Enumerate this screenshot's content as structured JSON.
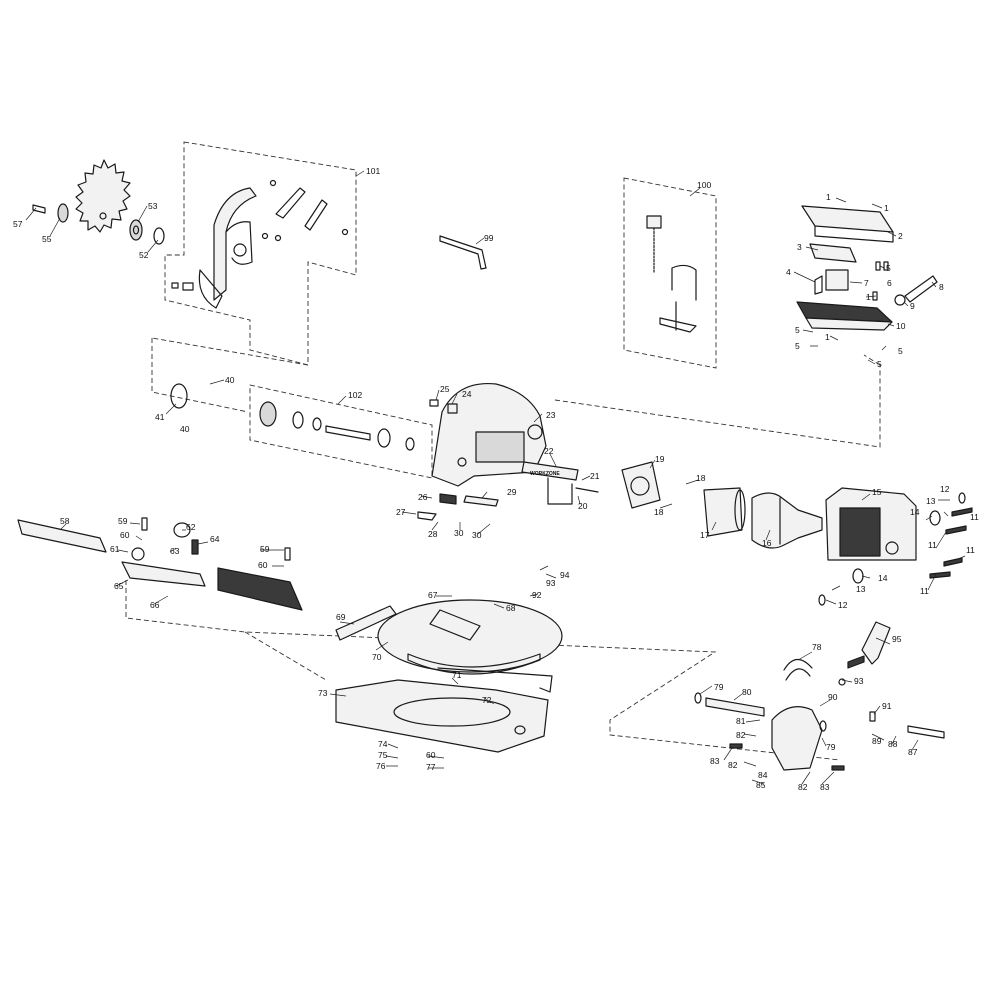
{
  "brand_mark": "WORKZONE",
  "callouts": {
    "c1a": "1",
    "c1b": "1",
    "c1c": "1",
    "c1d": "1",
    "c2": "2",
    "c3": "3",
    "c4": "4",
    "c5a": "5",
    "c5b": "5",
    "c5c": "5",
    "c5d": "5",
    "c5e": "5",
    "c6": "6",
    "c7": "7",
    "c8": "8",
    "c9": "9",
    "c10": "10",
    "c11a": "11",
    "c11b": "11",
    "c11c": "11",
    "c11d": "11",
    "c12a": "12",
    "c12b": "12",
    "c13a": "13",
    "c13b": "13",
    "c14a": "14",
    "c14b": "14",
    "c15": "15",
    "c16": "16",
    "c17": "17",
    "c18a": "18",
    "c18b": "18",
    "c19": "19",
    "c20": "20",
    "c21": "21",
    "c22": "22",
    "c23": "23",
    "c24": "24",
    "c25": "25",
    "c26": "26",
    "c27": "27",
    "c28": "28",
    "c29": "29",
    "c30a": "30",
    "c30b": "30",
    "c40a": "40",
    "c40b": "40",
    "c41": "41",
    "c52": "52",
    "c53": "53",
    "c55": "55",
    "c57": "57",
    "c58": "58",
    "c59a": "59",
    "c59b": "59",
    "c60a": "60",
    "c60b": "60",
    "c60c": "60",
    "c61": "61",
    "c62": "62",
    "c63": "63",
    "c64": "64",
    "c65": "65",
    "c66": "66",
    "c67": "67",
    "c68": "68",
    "c69": "69",
    "c70": "70",
    "c71": "71",
    "c72": "72",
    "c73": "73",
    "c74": "74",
    "c75": "75",
    "c76": "76",
    "c77": "77",
    "c78": "78",
    "c79a": "79",
    "c79b": "79",
    "c80": "80",
    "c81": "81",
    "c82a": "82",
    "c82b": "82",
    "c82c": "82",
    "c83a": "83",
    "c83b": "83",
    "c84": "84",
    "c85": "85",
    "c87": "87",
    "c88": "88",
    "c89": "89",
    "c90": "90",
    "c91": "91",
    "c92": "92",
    "c93a": "93",
    "c93b": "93",
    "c94": "94",
    "c95": "95",
    "c99": "99",
    "c100": "100",
    "c101": "101",
    "c102": "102"
  }
}
